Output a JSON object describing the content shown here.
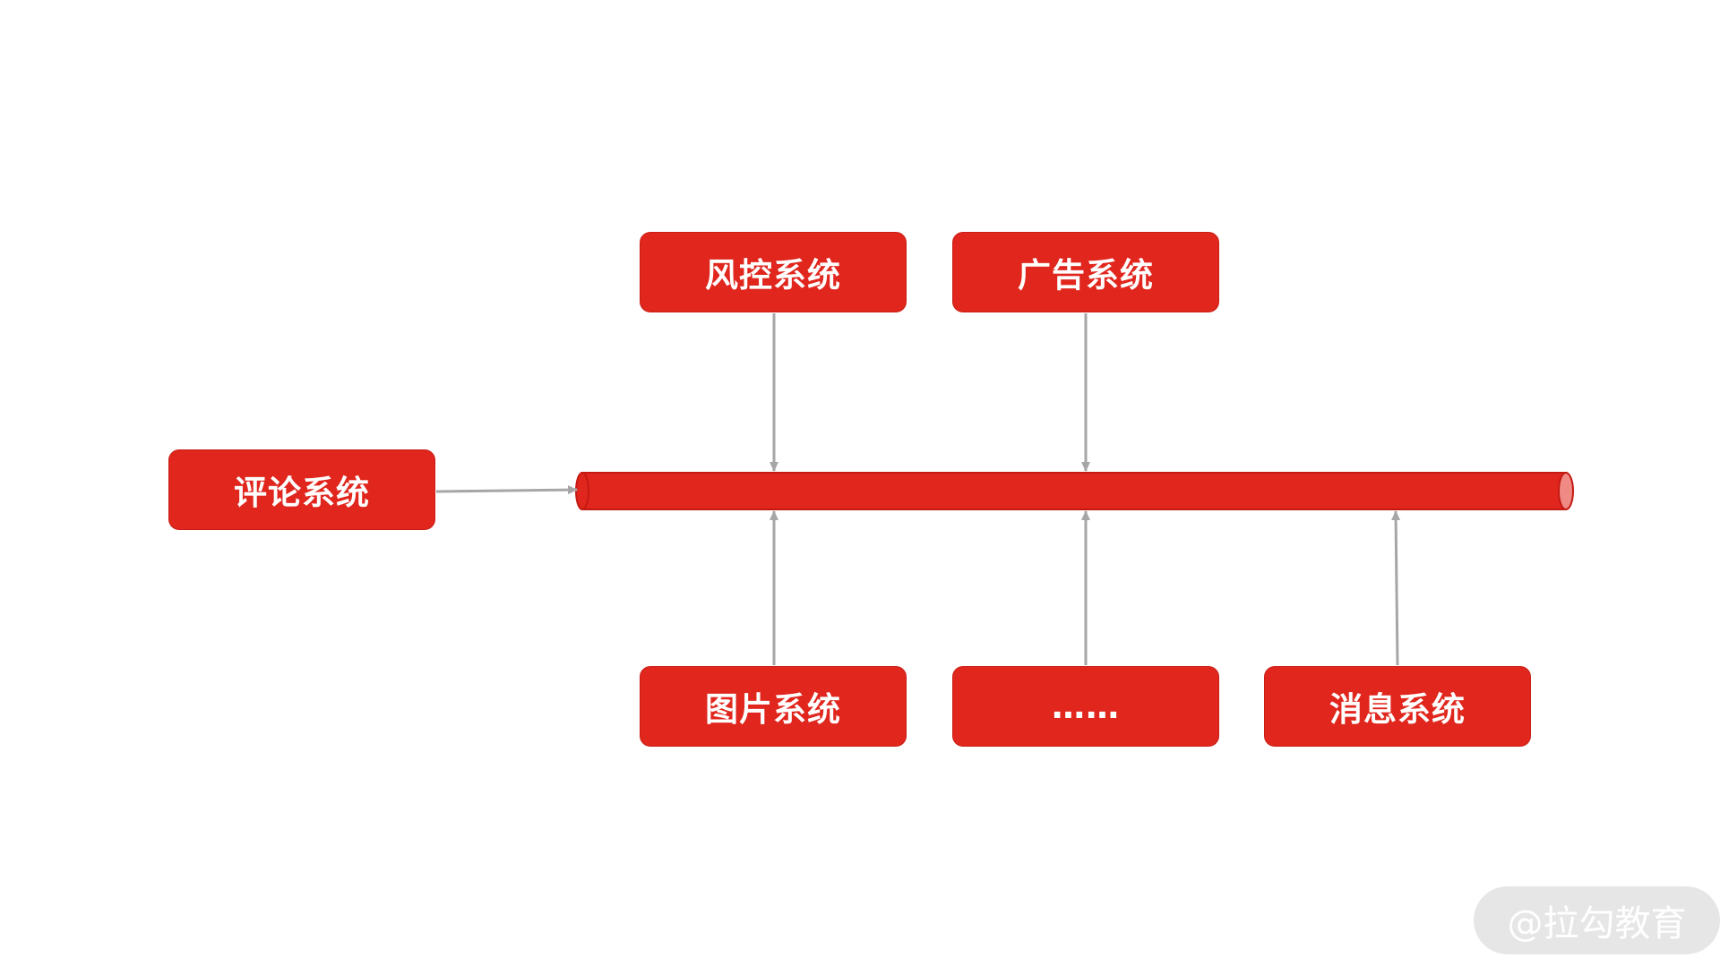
{
  "diagram": {
    "nodes": {
      "comment": "评论系统",
      "risk": "风控系统",
      "ads": "广告系统",
      "image": "图片系统",
      "more": "……",
      "message": "消息系统"
    },
    "colors": {
      "node_fill": "#e0261d",
      "bus_fill": "#e0261d",
      "bus_end": "#ef8a85",
      "arrow": "#a6a6a6",
      "text": "#ffffff"
    },
    "edges": [
      {
        "from": "comment",
        "to": "bus"
      },
      {
        "from": "risk",
        "to": "bus"
      },
      {
        "from": "ads",
        "to": "bus"
      },
      {
        "from": "image",
        "to": "bus"
      },
      {
        "from": "more",
        "to": "bus"
      },
      {
        "from": "message",
        "to": "bus"
      }
    ]
  },
  "watermark": {
    "text": "@拉勾教育"
  }
}
